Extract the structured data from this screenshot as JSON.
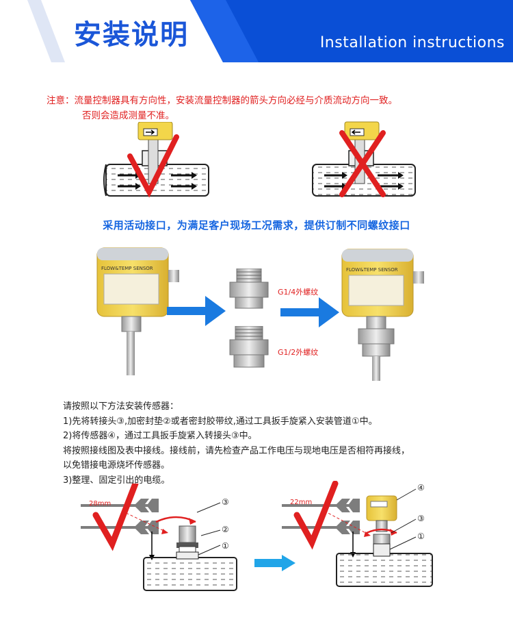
{
  "header": {
    "title_cn": "安装说明",
    "title_en": "Installation instructions"
  },
  "notice": {
    "line1": "注意：流量控制器具有方向性，安装流量控制器的箭头方向必经与介质流动方向一致。",
    "line2": "否则会造成测量不准。"
  },
  "connection": {
    "title": "采用活动接口，为满足客户现场工况需求，提供订制不同螺纹接口",
    "sensor_brand": "FLOW&TEMP SENSOR",
    "thread_1": "G1/4外螺纹",
    "thread_2": "G1/2外螺纹"
  },
  "steps": {
    "intro": "请按照以下方法安装传感器：",
    "s1": "1)先将转接头③,加密封垫②或者密封胶带纹,通过工具扳手旋紧入安装管道①中。",
    "s2": "2)将传感器④，通过工具扳手旋紧入转接头③中。",
    "s3a": "将按照接线图及表中接线。接线前，请先检查产品工作电压与现地电压是否相符再接线，",
    "s3b": "以免错接电源烧坏传感器。",
    "s4": "3)整理、固定引出的电缆。"
  },
  "install_diagram": {
    "left_wrench": "28mm",
    "right_wrench": "22mm",
    "n1": "①",
    "n2": "②",
    "n3": "③",
    "n4": "④"
  },
  "colors": {
    "header_blue": "#0a4fd6",
    "accent_red": "#e02020",
    "title_blue": "#1565e0",
    "sensor_yellow": "#f3d64a"
  }
}
